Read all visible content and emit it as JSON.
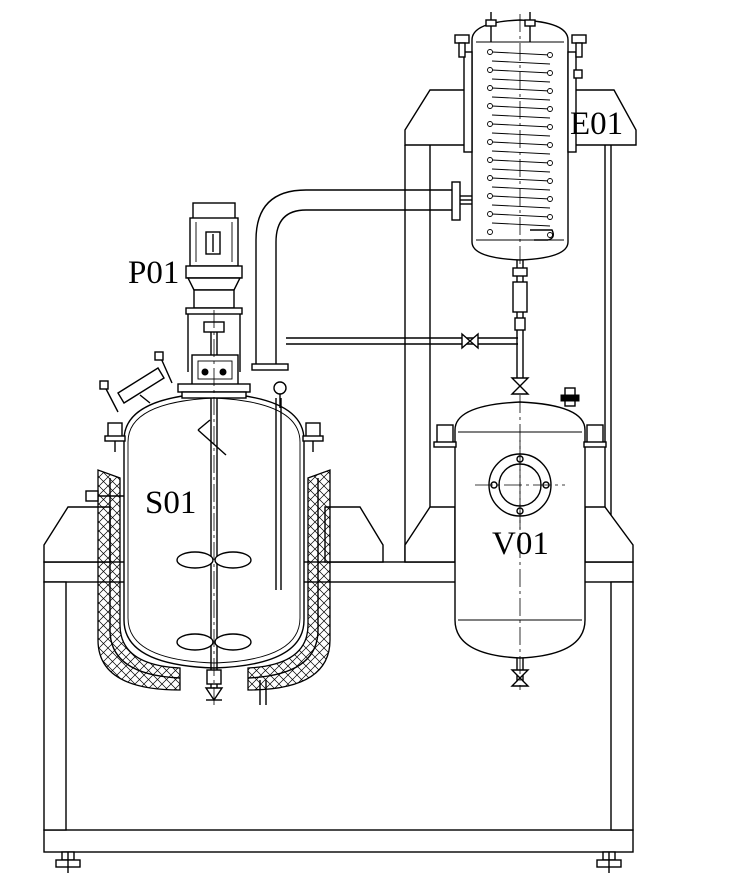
{
  "labels": {
    "evaporator": "E01",
    "motor": "P01",
    "reactor": "S01",
    "receiver": "V01"
  },
  "colors": {
    "line": "#000000",
    "background": "#ffffff"
  }
}
